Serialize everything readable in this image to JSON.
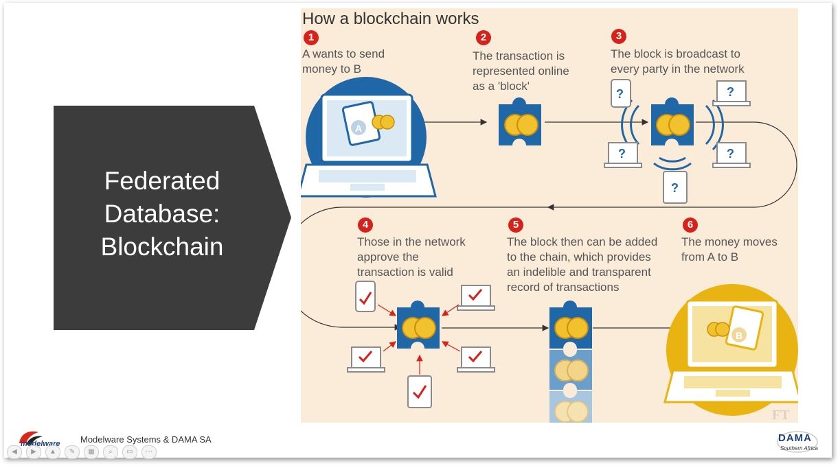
{
  "slide": {
    "title": "Federated\nDatabase:\nBlockchain",
    "footer": "Modelware Systems & DAMA SA"
  },
  "infographic": {
    "title": "How a blockchain works",
    "steps": [
      {
        "number": "1",
        "text": "A wants to send\nmoney to B"
      },
      {
        "number": "2",
        "text": "The transaction is\nrepresented online\nas a 'block'"
      },
      {
        "number": "3",
        "text": "The block is broadcast to\nevery party in the network"
      },
      {
        "number": "4",
        "text": "Those in the network\napprove the\ntransaction is valid"
      },
      {
        "number": "5",
        "text": "The block then can be added\nto the chain, which provides\nan indelible and transparent\nrecord of transactions"
      },
      {
        "number": "6",
        "text": "The money moves\nfrom A to B"
      }
    ],
    "labels": {
      "sender": "A",
      "receiver": "B",
      "query_mark": "?"
    },
    "source_logo": "FT"
  },
  "logos": {
    "left": "modelware",
    "right_main": "DAMA",
    "right_sub": "Southern Africa"
  },
  "nav_controls": [
    {
      "name": "prev-icon",
      "glyph": "◀"
    },
    {
      "name": "next-icon",
      "glyph": "▶"
    },
    {
      "name": "pointer-icon",
      "glyph": "▲"
    },
    {
      "name": "pen-icon",
      "glyph": "✎"
    },
    {
      "name": "slides-icon",
      "glyph": "▦"
    },
    {
      "name": "zoom-icon",
      "glyph": "⌕"
    },
    {
      "name": "subtitles-icon",
      "glyph": "▭"
    },
    {
      "name": "more-icon",
      "glyph": "⋯"
    }
  ],
  "colors": {
    "arrow_box": "#3c3c3c",
    "background_panel": "#fbecd9",
    "blue": "#1f67a6",
    "gold": "#e9b411",
    "red": "#d6221b"
  }
}
